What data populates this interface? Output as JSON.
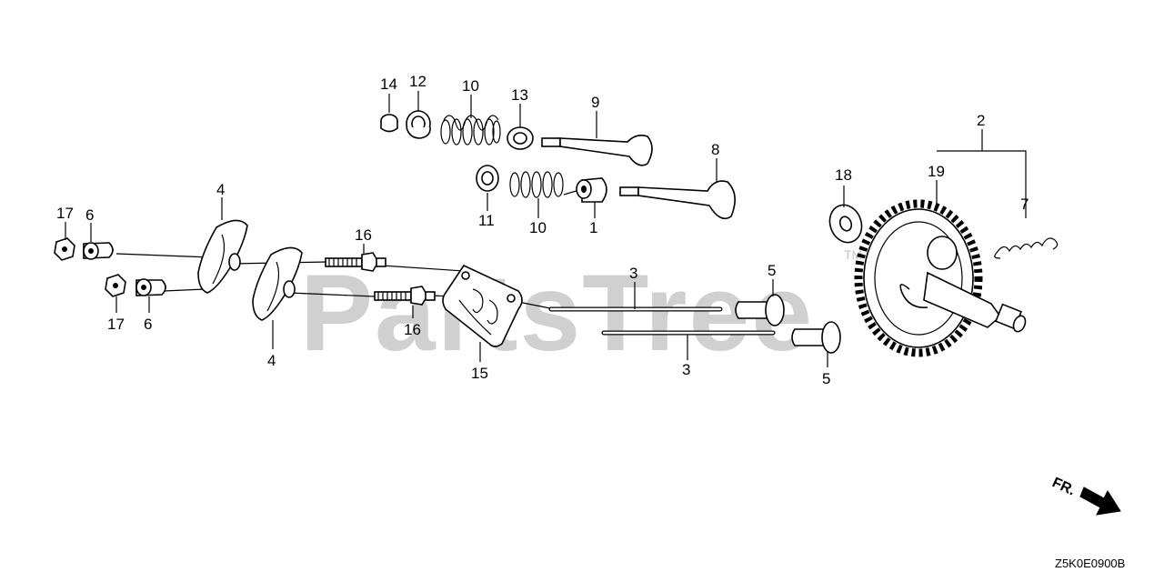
{
  "diagram": {
    "callouts": {
      "c1": "1",
      "c2": "2",
      "c3a": "3",
      "c3b": "3",
      "c4a": "4",
      "c4b": "4",
      "c5a": "5",
      "c5b": "5",
      "c6a": "6",
      "c6b": "6",
      "c7": "7",
      "c8": "8",
      "c9": "9",
      "c10a": "10",
      "c10b": "10",
      "c11": "11",
      "c12": "12",
      "c13": "13",
      "c14": "14",
      "c15": "15",
      "c16a": "16",
      "c16b": "16",
      "c17a": "17",
      "c17b": "17",
      "c18": "18",
      "c19": "19"
    },
    "watermark": "PartsTree",
    "trademark": "TM",
    "front_label": "FR.",
    "diagram_code": "Z5K0E0900B"
  }
}
